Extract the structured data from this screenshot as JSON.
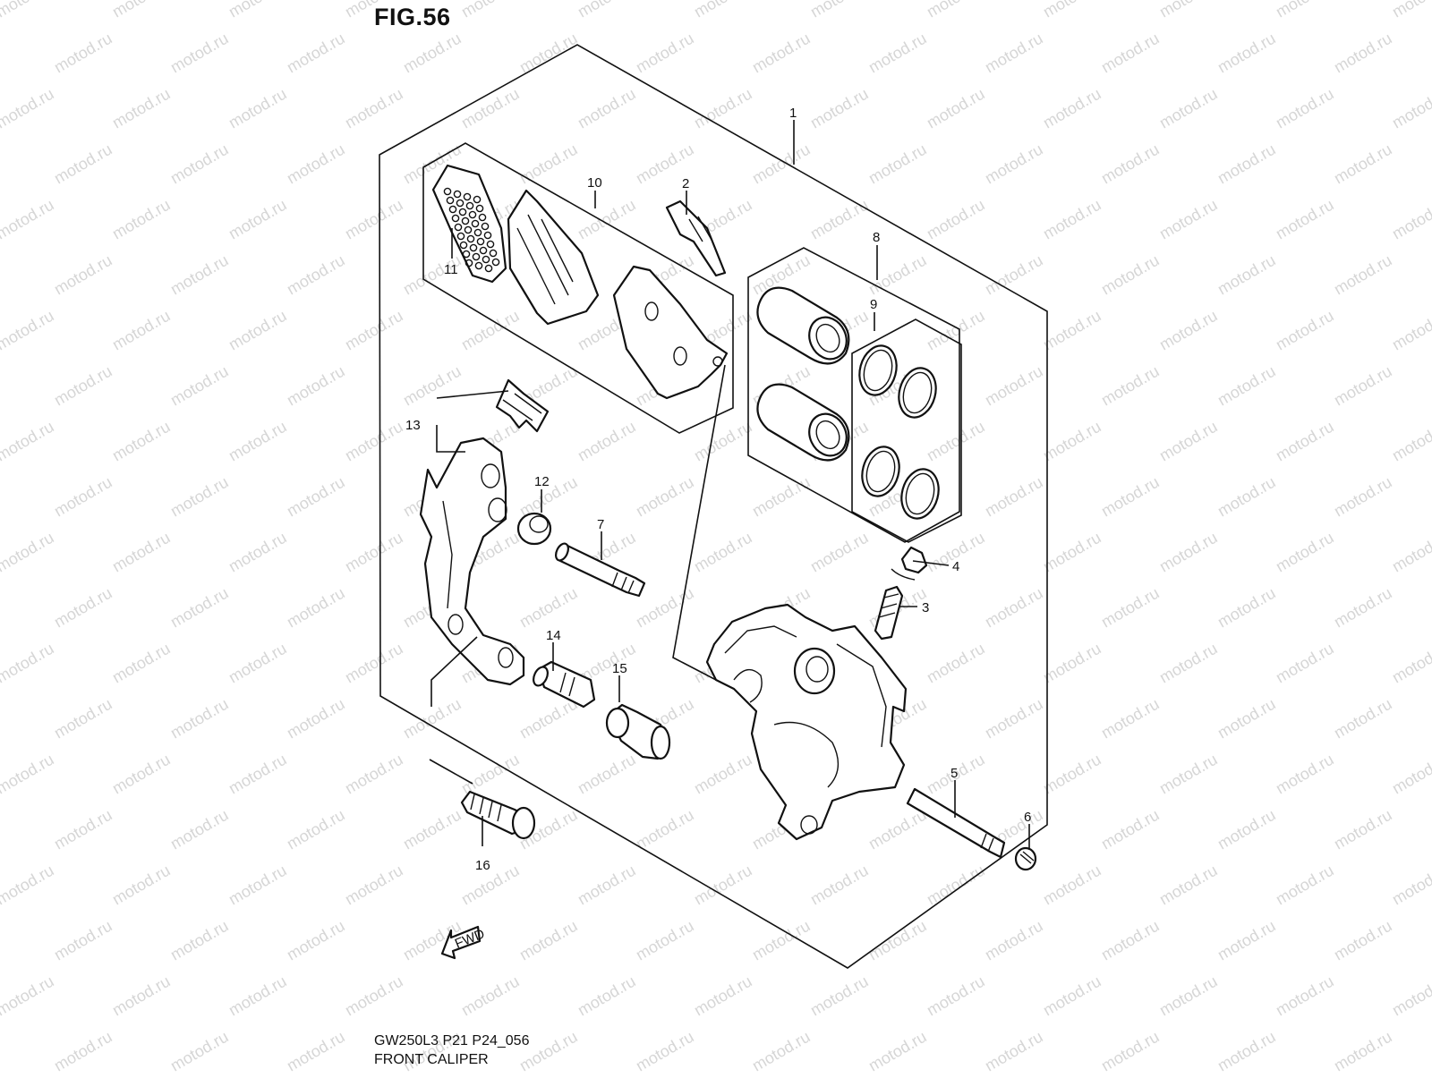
{
  "figure": {
    "title": "FIG.56",
    "model_code": "GW250L3 P21 P24_056",
    "name": "FRONT CALIPER",
    "watermark": "motod.ru",
    "fwd_label": "FWD"
  },
  "callouts": [
    "1",
    "2",
    "3",
    "4",
    "5",
    "6",
    "7",
    "8",
    "9",
    "10",
    "11",
    "12",
    "13",
    "14",
    "15",
    "16"
  ]
}
